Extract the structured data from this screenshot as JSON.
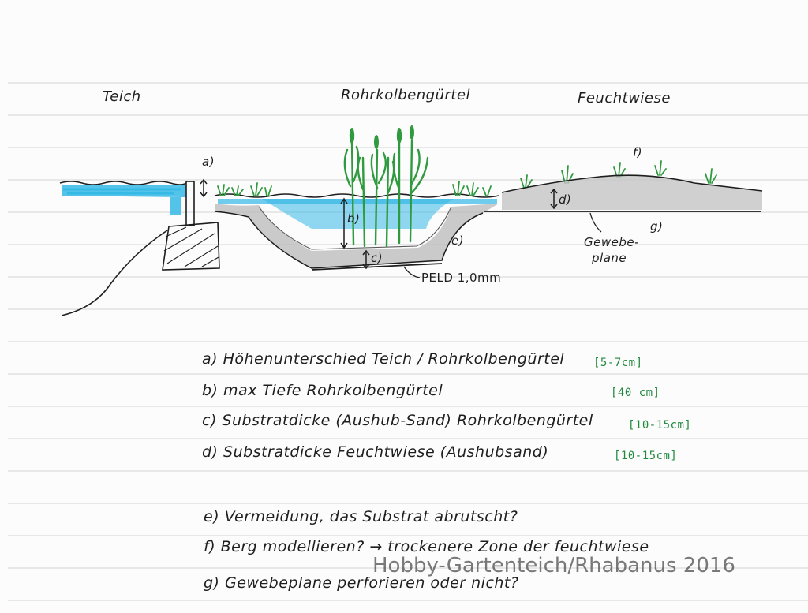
{
  "zones": {
    "teich": "Teich",
    "rohrkolbenguertel": "Rohrkolbengürtel",
    "feuchtwiese": "Feuchtwiese"
  },
  "markers": {
    "a": "a)",
    "b": "b)",
    "c": "c)",
    "d": "d)",
    "e": "e)",
    "f": "f)",
    "g": "g)"
  },
  "labels": {
    "peld": "PELD 1,0mm",
    "gewebeplane_1": "Gewebe-",
    "gewebeplane_2": "plane"
  },
  "notes": [
    {
      "text": "a) Höhenunterschied Teich / Rohrkolbengürtel",
      "range": "[5-7cm]"
    },
    {
      "text": "b) max Tiefe Rohrkolbengürtel",
      "range": "[40 cm]"
    },
    {
      "text": "c) Substratdicke (Aushub-Sand) Rohrkolbengürtel",
      "range": "[10-15cm]"
    },
    {
      "text": "d) Substratdicke Feuchtwiese (Aushubsand)",
      "range": "[10-15cm]"
    },
    {
      "text": "e) Vermeidung, das Substrat abrutscht?",
      "range": ""
    },
    {
      "text": "f) Berg modellieren? → trockenere Zone der feuchtwiese",
      "range": ""
    },
    {
      "text": "g) Gewebeplane perforieren oder nicht?",
      "range": ""
    }
  ],
  "watermark": "Hobby-Gartenteich/Rhabanus 2016",
  "colors": {
    "water": "#35b8e6",
    "ink": "#1e1e1e",
    "range_green": "#1f8a3c",
    "plant_green": "#2f9a3e",
    "paper_line": "#dcdcdc"
  }
}
